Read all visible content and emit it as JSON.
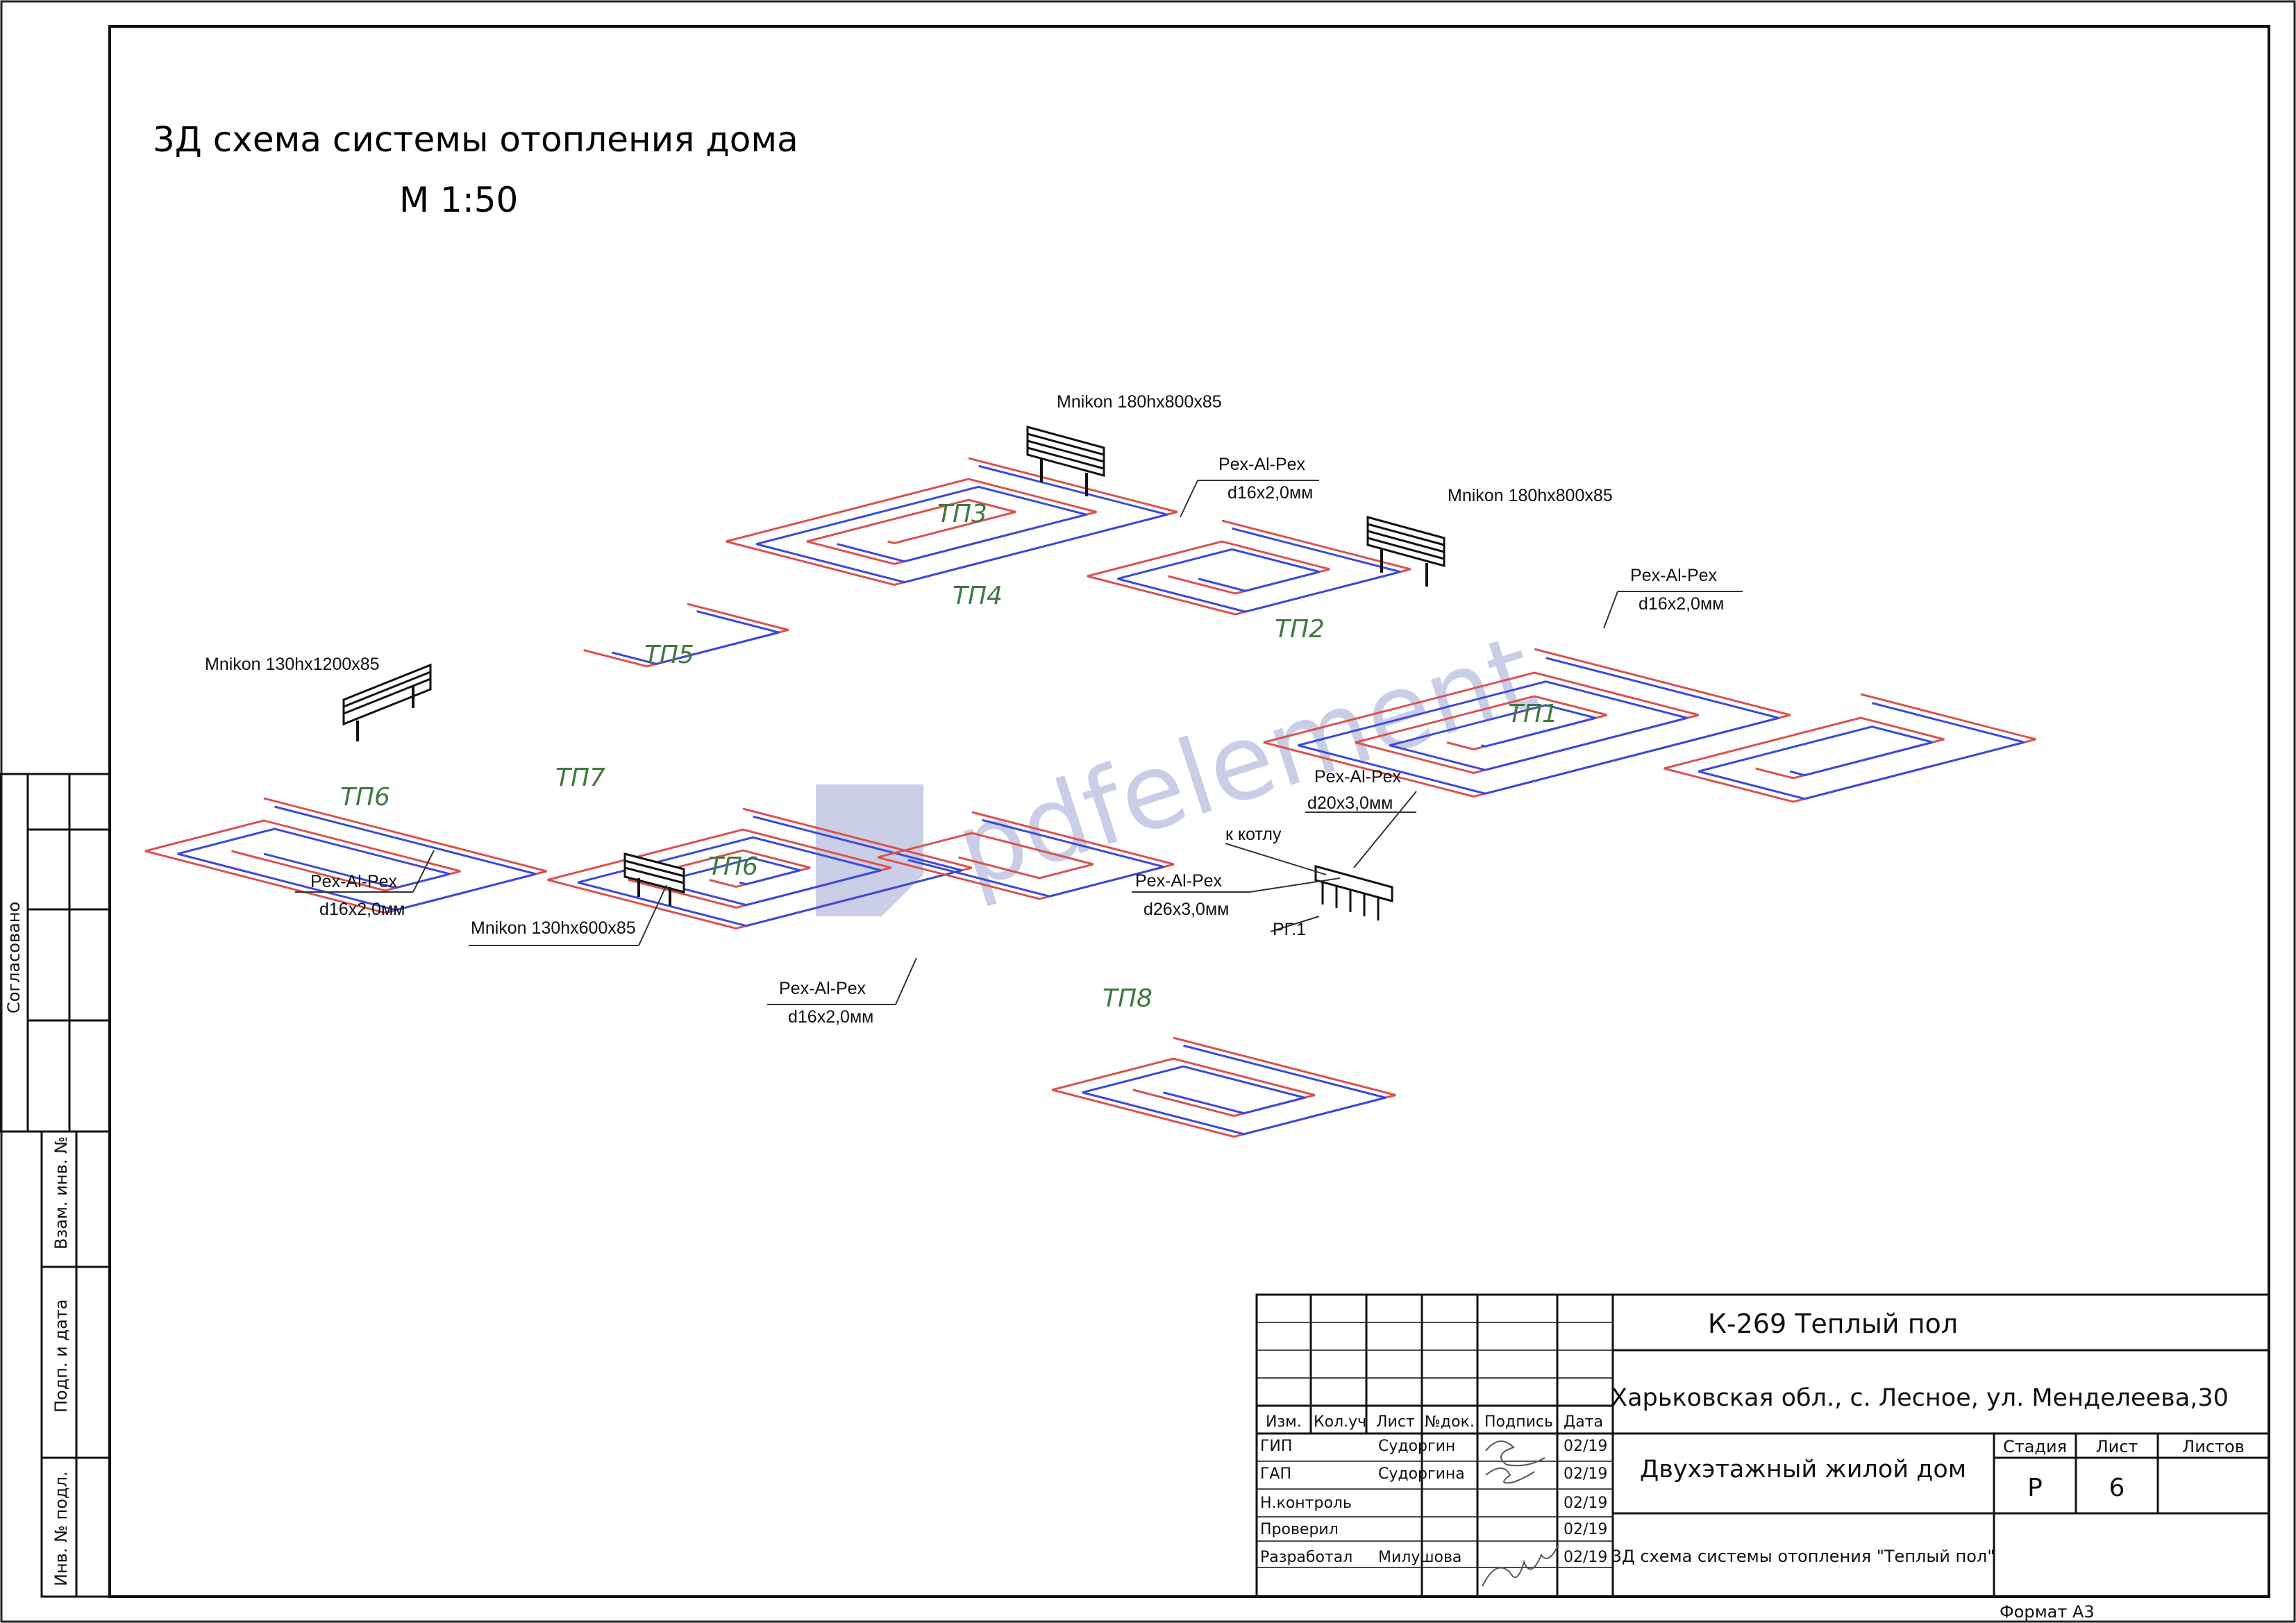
{
  "drawing": {
    "title": "3Д схема системы отопления дома",
    "scale": "М 1:50",
    "zones": [
      "ТП1",
      "ТП2",
      "ТП3",
      "ТП4",
      "ТП5",
      "ТП6",
      "ТП7",
      "ТП6",
      "ТП8"
    ],
    "labels": {
      "rad_top": "Mnikon 180hx800x85",
      "rad_right": "Mnikon 180hx800x85",
      "rad_left": "Mnikon 130hx1200x85",
      "rad_bottom": "Mnikon 130hx600x85",
      "pipe_name": "Pex-Al-Pex",
      "pipe_d16": "d16x2,0мм",
      "pipe_d20": "d20x3,0мм",
      "pipe_d26": "d26x3,0мм",
      "to_boiler": "к котлу",
      "manifold": "РГ.1"
    },
    "watermark": "pdfelement"
  },
  "side_stamp": {
    "agreed": "Согласовано",
    "inv_swap": "Взам. инв. №",
    "sign_date": "Подп. и дата",
    "inv_orig": "Инв. № подл."
  },
  "title_block": {
    "code": "К-269 Теплый пол",
    "address": "Харьковская обл., с. Лесное, ул. Менделеева,30",
    "object": "Двухэтажный жилой дом",
    "sheet_title": "3Д схема системы отопления \"Теплый пол\"",
    "headers": {
      "izm": "Изм.",
      "kol": "Кол.уч",
      "list": "Лист",
      "ndok": "№док.",
      "podpis": "Подпись",
      "data": "Дата"
    },
    "stage_head": {
      "stage": "Стадия",
      "sheet": "Лист",
      "sheets": "Листов"
    },
    "stage": "Р",
    "sheet_no": "6",
    "sheets_total": "",
    "roles": [
      {
        "role": "ГИП",
        "name": "Судоргин",
        "date": "02/19"
      },
      {
        "role": "ГАП",
        "name": "Судоргина",
        "date": "02/19"
      },
      {
        "role": "Н.контроль",
        "name": "",
        "date": "02/19"
      },
      {
        "role": "Проверил",
        "name": "",
        "date": "02/19"
      },
      {
        "role": "Разработал",
        "name": "Милушова",
        "date": "02/19"
      }
    ],
    "format": "Формат А3"
  }
}
